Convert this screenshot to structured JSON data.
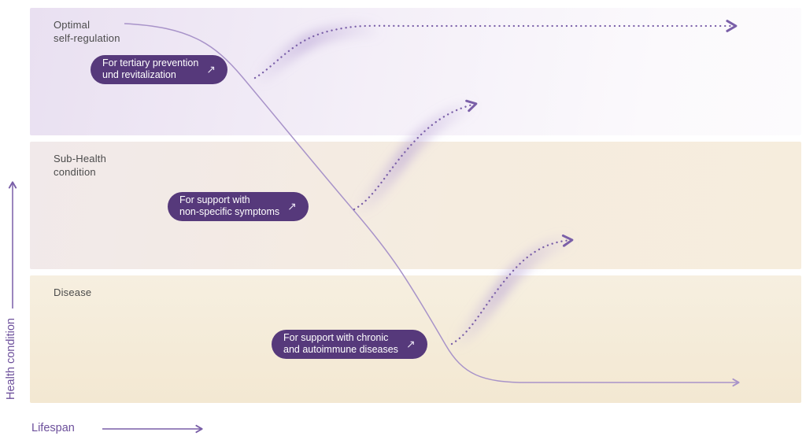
{
  "axes": {
    "y_label": "Health condition",
    "x_label": "Lifespan"
  },
  "bands": [
    {
      "label_line1": "Optimal",
      "label_line2": "self-regulation"
    },
    {
      "label_line1": "Sub-Health",
      "label_line2": "condition"
    },
    {
      "label_line1": "Disease",
      "label_line2": ""
    }
  ],
  "pills": [
    {
      "line1": "For tertiary prevention",
      "line2": "und revitalization",
      "icon": "↗"
    },
    {
      "line1": "For support with",
      "line2": "non-specific symptoms",
      "icon": "↗"
    },
    {
      "line1": "For support with chronic",
      "line2": "and autoimmune diseases",
      "icon": "↗"
    }
  ],
  "colors": {
    "pill_bg": "#56397b",
    "pill_text": "#ffffff",
    "solid_line": "#a893c9",
    "dotted_line": "#7a5fa8",
    "glow": "#b9a4d6",
    "axis": "#6c4f9b",
    "band_label": "#4b4b4b"
  }
}
